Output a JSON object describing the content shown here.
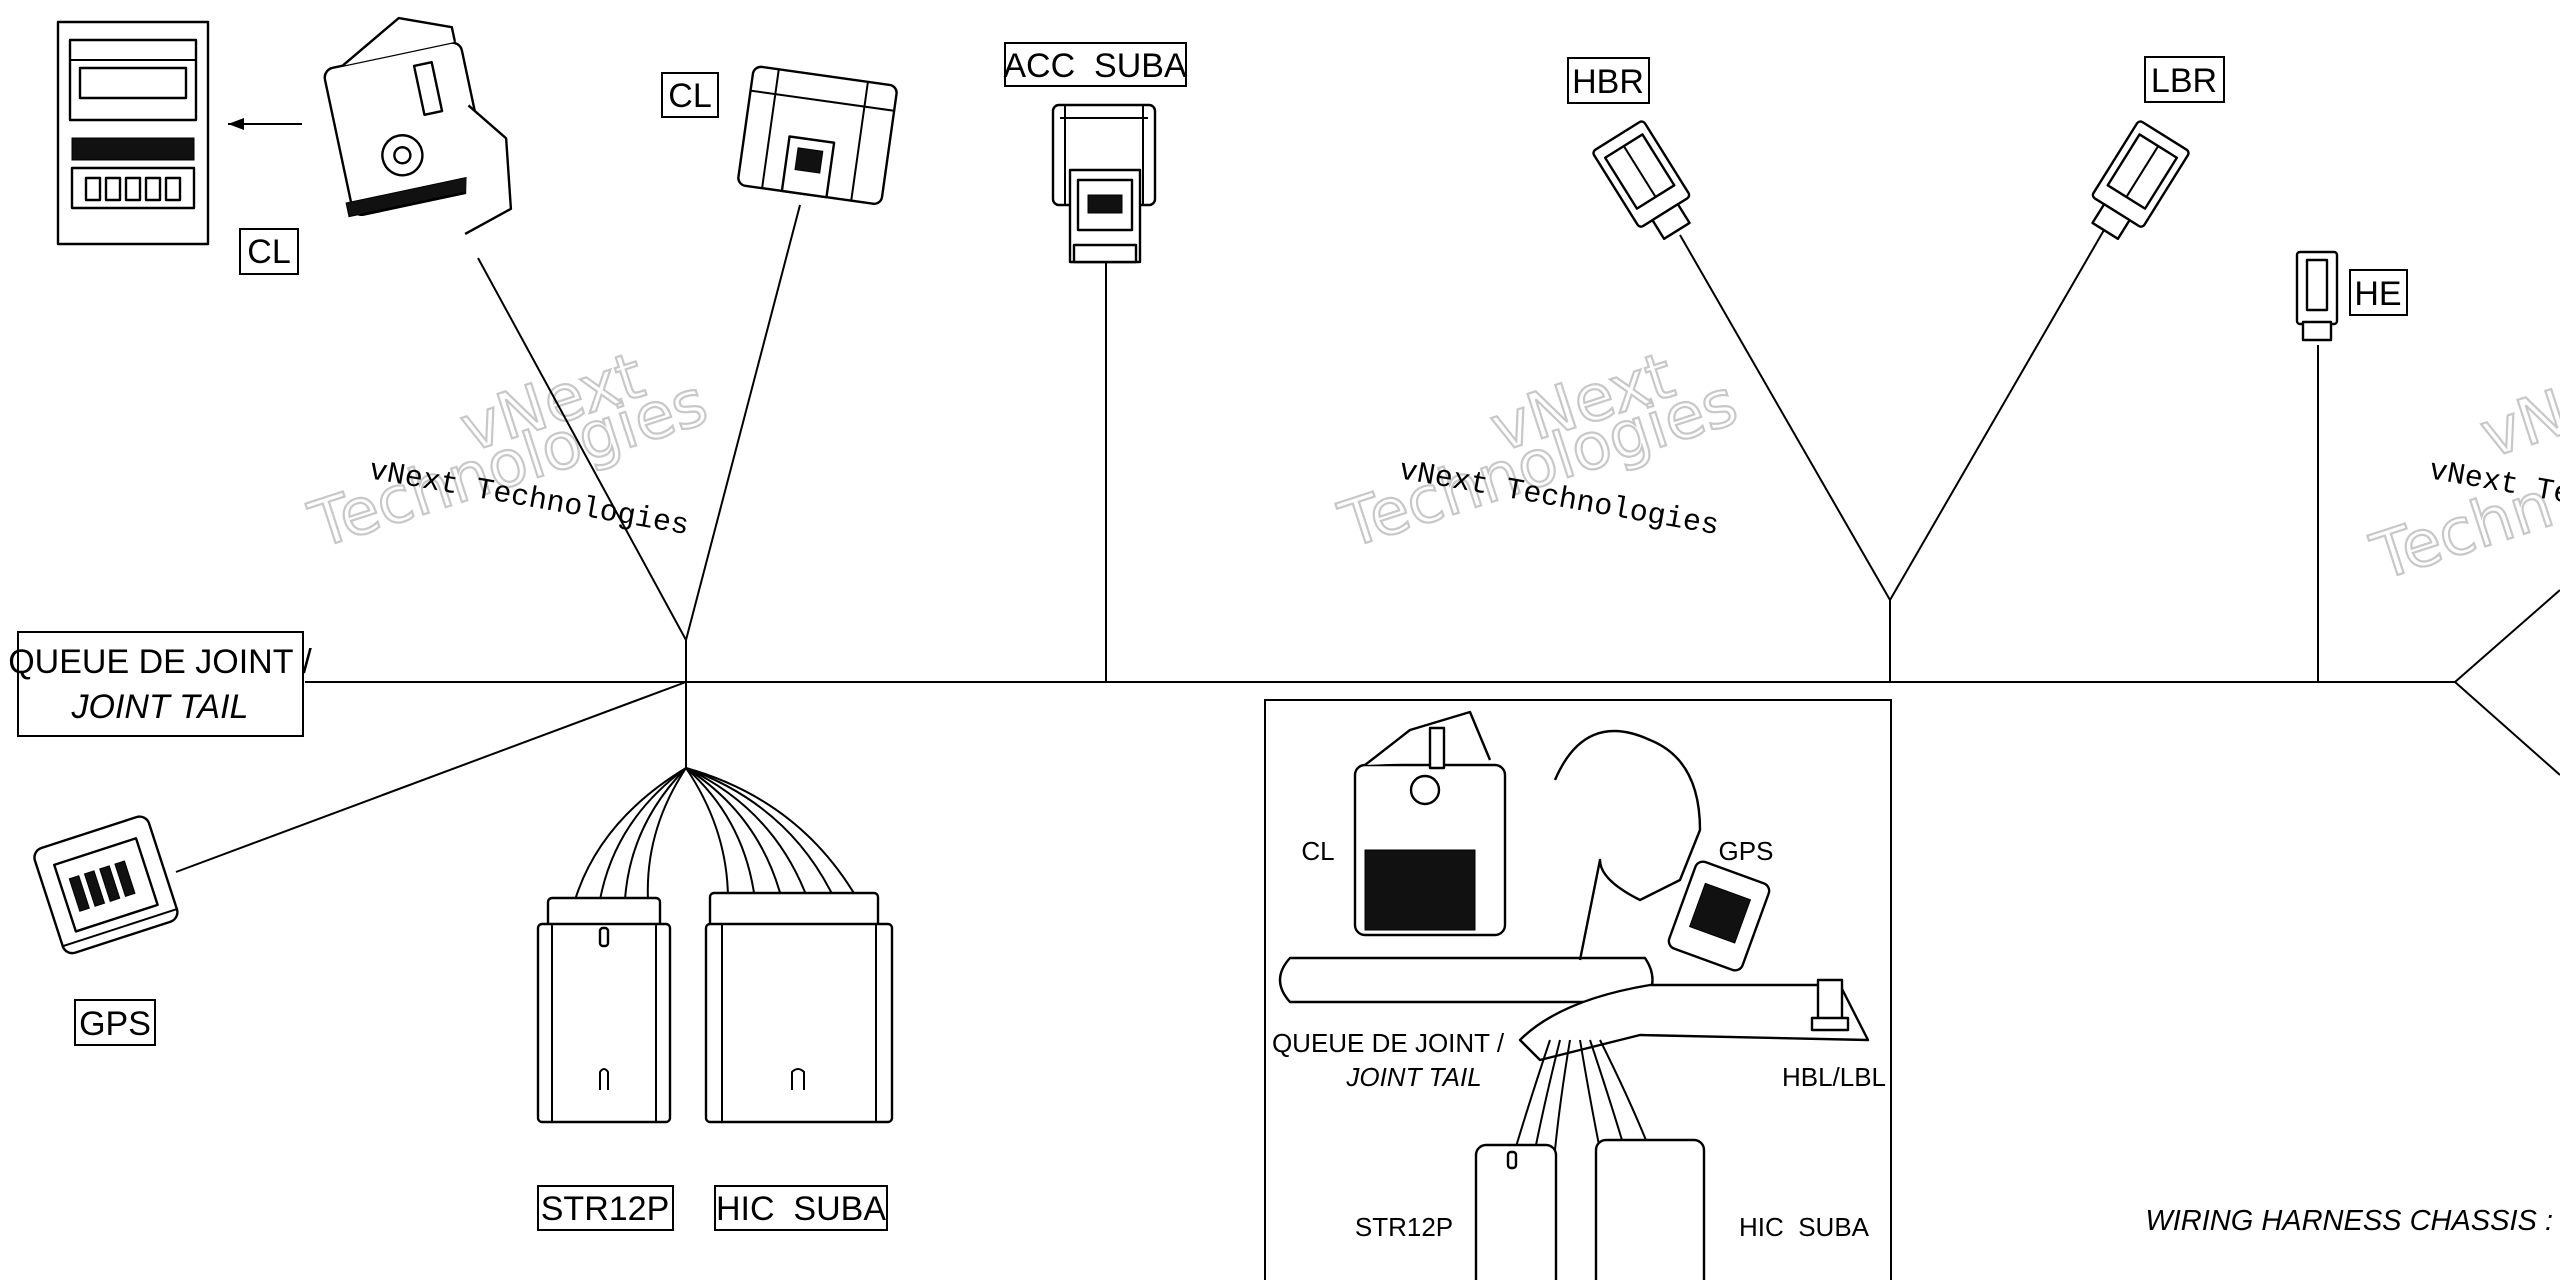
{
  "labels": {
    "cl_top_left": "CL",
    "cl_top": "CL",
    "acc_suba": "ACC  SUBA",
    "hbr": "HBR",
    "lbr": "LBR",
    "he": "HE",
    "queue_line1": "QUEUE DE JOINT /",
    "queue_line2": "JOINT TAIL",
    "gps": "GPS",
    "str12p": "STR12P",
    "hic_suba": "HIC  SUBA"
  },
  "inset": {
    "cl": "CL",
    "gps": "GPS",
    "queue_line1": "QUEUE DE JOINT /",
    "queue_line2": "JOINT TAIL",
    "hbl_lbl": "HBL/LBL",
    "str12p": "STR12P",
    "hic_suba": "HIC  SUBA"
  },
  "footer": {
    "title": "WIRING HARNESS CHASSIS :"
  },
  "watermarks": [
    {
      "line1": "vNext Technologies",
      "line2": "vNext",
      "line3": "Technologies"
    },
    {
      "line1": "vNext Technologies",
      "line2": "vNext",
      "line3": "Technologies"
    },
    {
      "line1": "vNext Te",
      "line2": "vNe",
      "line3": "Techn"
    }
  ]
}
